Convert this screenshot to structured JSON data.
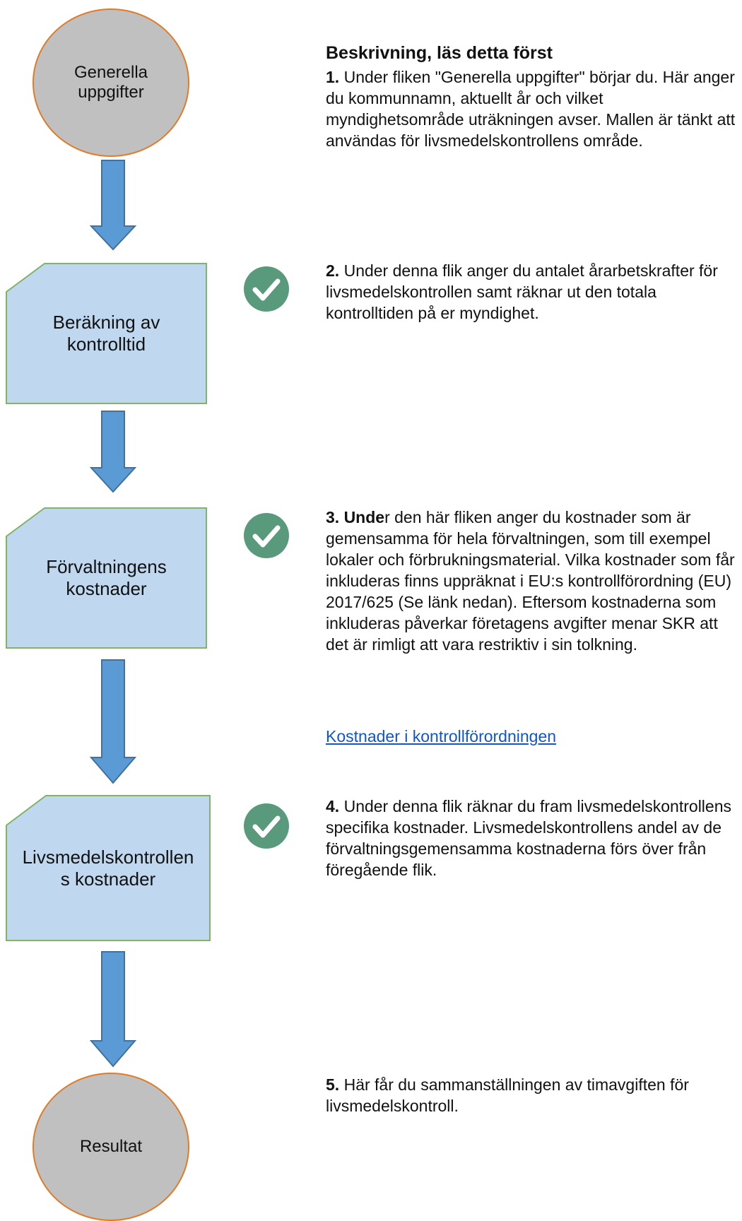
{
  "nodes": {
    "start": {
      "label_line1": "Generella",
      "label_line2": "uppgifter"
    },
    "step2": {
      "label_line1": "Beräkning av",
      "label_line2": "kontrolltid"
    },
    "step3": {
      "label_line1": "Förvaltningens",
      "label_line2": "kostnader"
    },
    "step4": {
      "label_line1": "Livsmedelskontrollen",
      "label_line2": "s kostnader"
    },
    "end": {
      "label": "Resultat"
    }
  },
  "description": {
    "title": "Beskrivning, läs detta först",
    "step1": {
      "num": "1.",
      "text": " Under fliken \"Generella uppgifter\" börjar du. Här anger du kommunnamn, aktuellt år och vilket myndighetsområde uträkningen avser. Mallen är tänkt att användas för livsmedelskontrollens område."
    },
    "step2": {
      "num": "2.",
      "text": " Under denna flik anger du antalet årarbetskrafter för livsmedelskontrollen samt räknar ut den totala kontrolltiden på er myndighet."
    },
    "step3": {
      "num": "3. Unde",
      "text": "r den här fliken anger du kostnader som är gemensamma för hela förvaltningen, som till exempel lokaler och förbrukningsmaterial. Vilka kostnader som får inkluderas finns uppräknat i EU:s kontrollförordning (EU) 2017/625 (Se länk nedan). Eftersom kostnaderna som  inkluderas påverkar företagens avgifter menar SKR att det är rimligt att vara restriktiv i sin tolkning."
    },
    "link": "Kostnader i kontrollförordningen",
    "step4": {
      "num": "4.",
      "text": " Under denna flik räknar du fram livsmedelskontrollens specifika kostnader. Livsmedelskontrollens andel av de förvaltningsgemensamma kostnaderna förs över från föregående flik."
    },
    "step5": {
      "num": "5.",
      "text": " Här får du sammanställningen av timavgiften för livsmedelskontroll."
    }
  },
  "colors": {
    "circle_fill": "#c0c0c0",
    "circle_border": "#e07b28",
    "card_fill": "#bfd8ef",
    "card_border": "#82b366",
    "arrow_fill": "#5b9bd5",
    "arrow_border": "#41719c",
    "check_fill": "#5a9a7c",
    "link": "#1155cc"
  },
  "icons": [
    "check-icon",
    "arrow-down-icon"
  ]
}
